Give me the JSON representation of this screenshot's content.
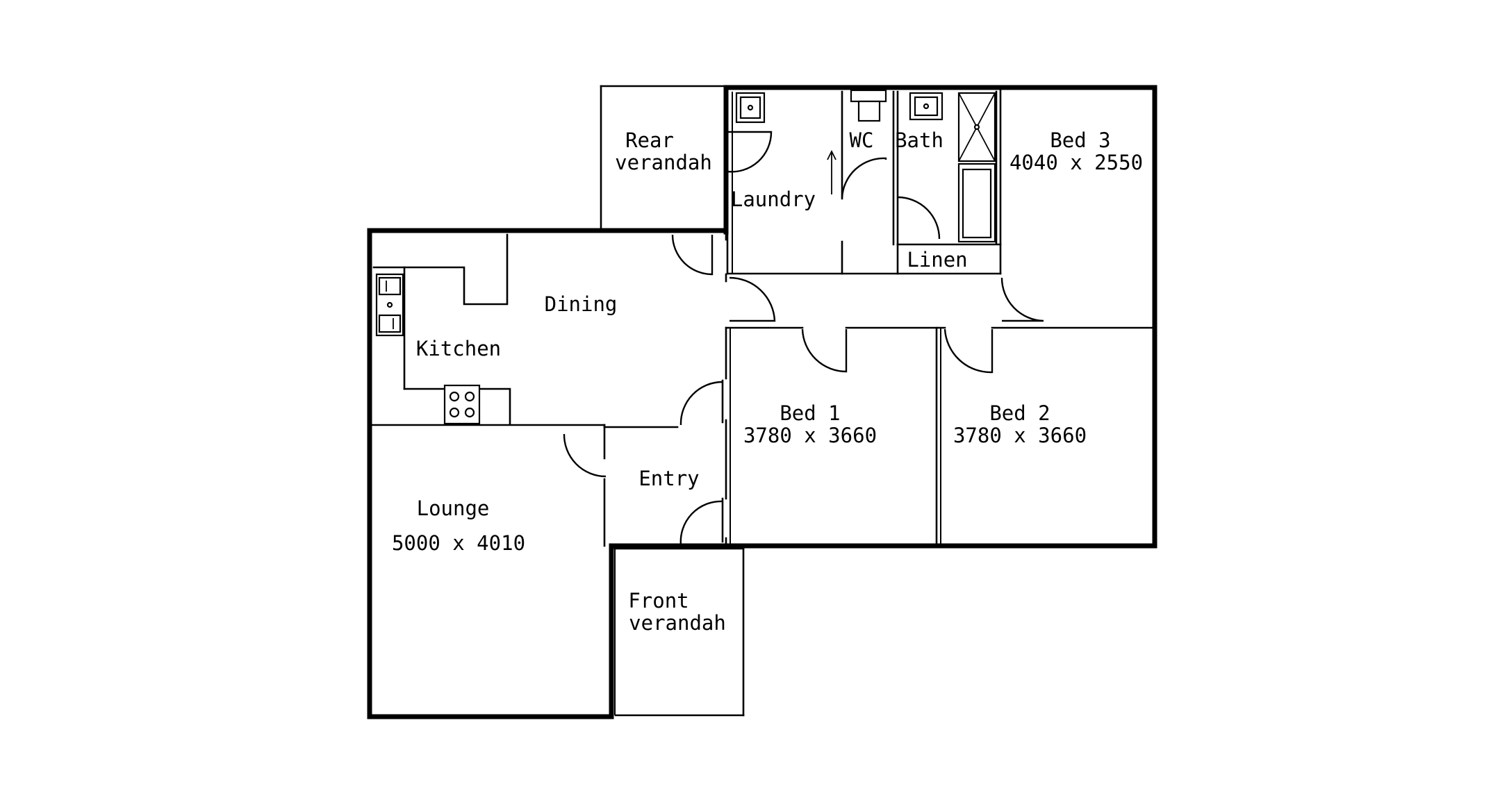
{
  "rooms": {
    "rear_verandah": [
      "Rear",
      "verandah"
    ],
    "laundry": "Laundry",
    "wc": "WC",
    "bath": "Bath",
    "linen": "Linen",
    "bed3": {
      "name": "Bed 3",
      "size": "4040 x 2550"
    },
    "dining": "Dining",
    "kitchen": "Kitchen",
    "bed1": {
      "name": "Bed 1",
      "size": "3780 x 3660"
    },
    "bed2": {
      "name": "Bed 2",
      "size": "3780 x 3660"
    },
    "entry": "Entry",
    "lounge": {
      "name": "Lounge",
      "size": "5000 x 4010"
    },
    "front_verandah": [
      "Front",
      "verandah"
    ]
  },
  "colors": {
    "ink": "#000000",
    "paper": "#ffffff"
  }
}
